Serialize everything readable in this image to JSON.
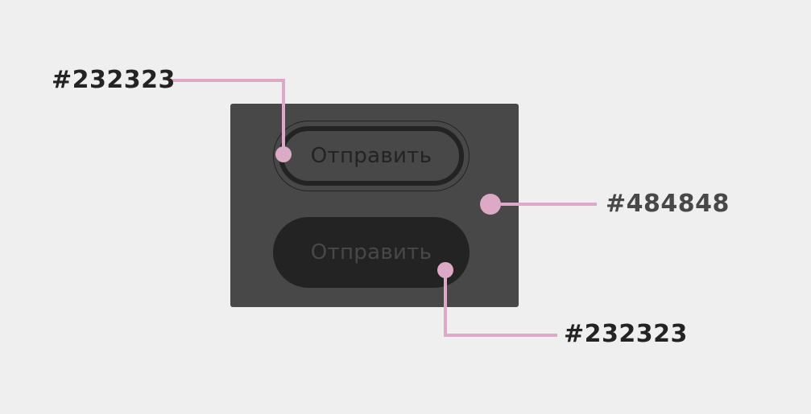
{
  "buttons": {
    "outline_label": "Отправить",
    "filled_label": "Отправить"
  },
  "annotations": [
    {
      "text": "#232323",
      "target": "outline-button-border"
    },
    {
      "text": "#484848",
      "target": "panel-background"
    },
    {
      "text": "#232323",
      "target": "filled-button-background"
    }
  ],
  "colors": {
    "page_background": "#efefef",
    "panel": "#484848",
    "button_dark": "#232323",
    "annotation": "#dcaac6"
  }
}
